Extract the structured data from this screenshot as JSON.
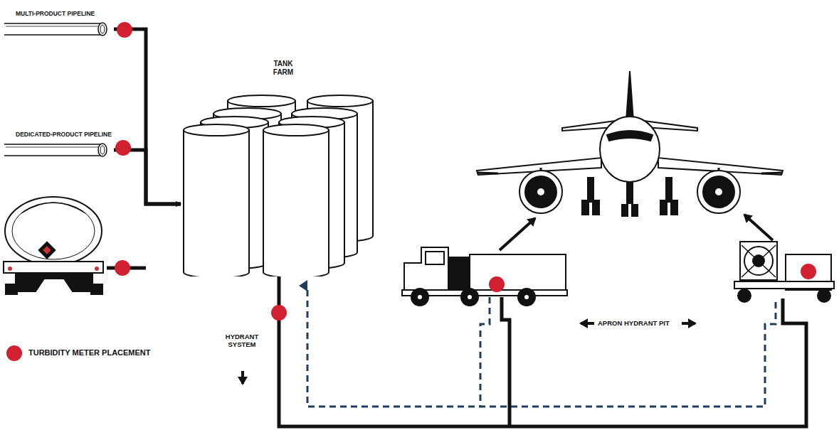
{
  "diagram": {
    "nodes": [
      {
        "text": [
          "MULTI-PRODUCT PIPELINE"
        ]
      },
      {
        "text": [
          "DEDICATED-PRODUCT PIPELINE"
        ]
      },
      {
        "text": [
          "TANK FARM"
        ]
      }
    ],
    "edges": [
      {
        "from": 0,
        "to": 2,
        "arrow": "to"
      },
      {
        "from": 1,
        "to": 2,
        "arrow": "to"
      }
    ],
    "labels": [
      "HYDRANT SYSTEM",
      "APRON HYDRANT PIT"
    ],
    "legend": [
      {
        "text": "TURBIDITY METER PLACEMENT",
        "color": "#d1202f"
      }
    ]
  }
}
